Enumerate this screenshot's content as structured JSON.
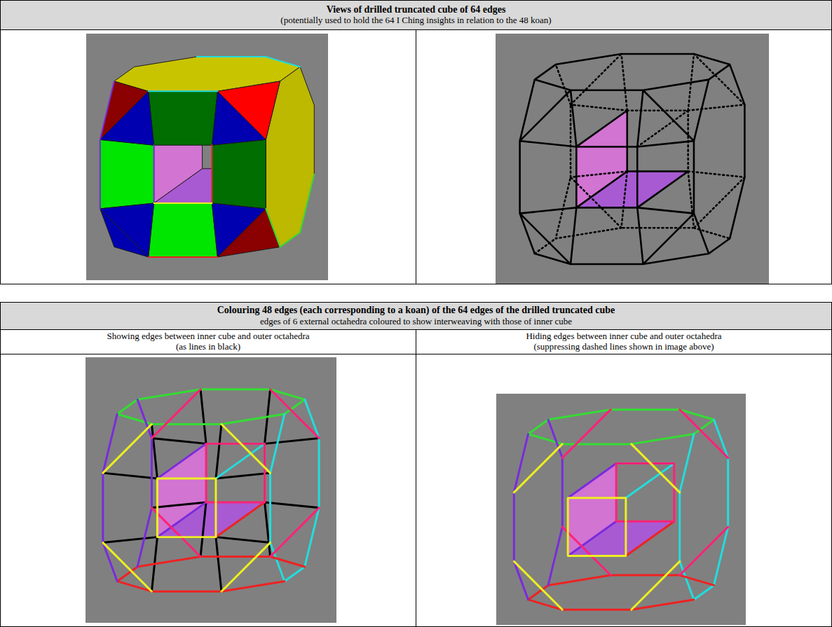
{
  "diagram": {
    "nodes": [
      {
        "text": [
          "Views of drilled truncated cube of 64 edges",
          "(potentially used to hold the 64 I Ching insights in relation to the 48 koan)"
        ]
      },
      {
        "text": [
          "Colouring 48 edges (each corresponding to a koan) of the 64 edges of the drilled truncated cube",
          "edges of 6 external octahedra coloured to show interweaving with those of inner cube"
        ]
      },
      {
        "text": [
          "Showing edges between inner cube and outer octahedra (as lines in black)"
        ]
      },
      {
        "text": [
          "Hiding edges between inner cube and outer octahedra (suppressing dashed lines shown in image above)"
        ]
      }
    ]
  }
}
